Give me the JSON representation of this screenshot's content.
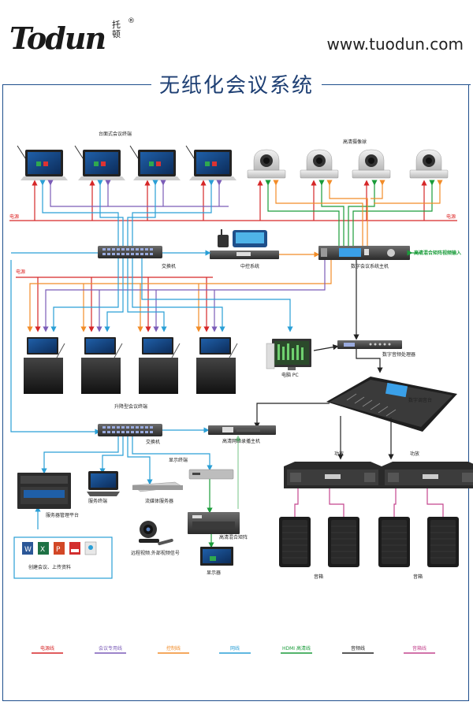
{
  "brand": {
    "logo_text": "Todun",
    "logo_cn": "托顿",
    "logo_reg": "®",
    "url": "www.tuodun.com"
  },
  "title": "无纸化会议系统",
  "labels": {
    "desktop_terminal": "台面式会议终端",
    "hd_camera": "高清摄像球",
    "power_left": "电源",
    "power_right": "电源",
    "power_mid": "电源",
    "switch_top": "交换机",
    "central_control": "中控系统",
    "host": "数字会议系统主机",
    "matrix_input": "高清混合矩阵视频输入",
    "pc": "电脑 PC",
    "audio_proc": "数字音频处理器",
    "lift_terminal": "升降型会议终端",
    "mixer": "数字调音台",
    "switch_bottom": "交换机",
    "record_host": "高清网络录播主机",
    "display_terminal": "显示终端",
    "amp_left": "功放",
    "amp_right": "功放",
    "server_platform": "服务器管理平台",
    "service_terminal": "服务终端",
    "streaming_server": "流媒体服务器",
    "hd_matrix": "高清混合矩阵",
    "remote_video": "远程视频.外部视频信号",
    "display": "显示器",
    "speaker_left": "音箱",
    "speaker_right": "音箱",
    "create_meeting": "创建会议、上传资料"
  },
  "legend": [
    {
      "label": "电源线",
      "color": "#d62728"
    },
    {
      "label": "会议专用线",
      "color": "#7b5cb8"
    },
    {
      "label": "控制线",
      "color": "#f28c28"
    },
    {
      "label": "网线",
      "color": "#2a9fd6"
    },
    {
      "label": "HDMI 高清线",
      "color": "#1a9c3a"
    },
    {
      "label": "音频线",
      "color": "#222222"
    },
    {
      "label": "音箱线",
      "color": "#c4458e"
    }
  ],
  "colors": {
    "power": "#d62728",
    "meeting": "#7b5cb8",
    "control": "#f28c28",
    "network": "#2a9fd6",
    "hdmi": "#1a9c3a",
    "audio": "#222222",
    "speaker": "#c4458e",
    "frame": "#1e4e8c",
    "title": "#1e3f73"
  },
  "file_icons": [
    "word-icon",
    "excel-icon",
    "powerpoint-icon",
    "pdf-icon",
    "image-icon"
  ]
}
